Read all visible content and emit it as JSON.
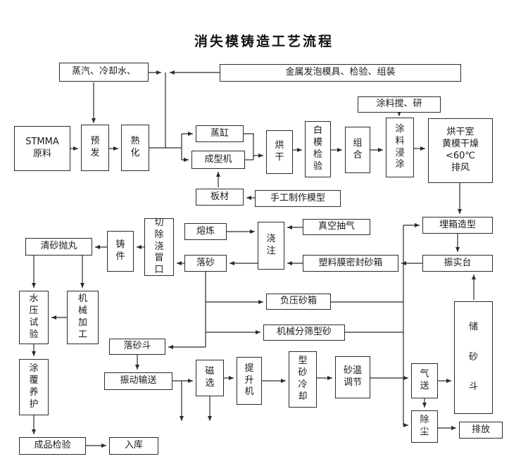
{
  "title": "消失模铸造工艺流程",
  "colors": {
    "line": "#2b2b2b",
    "background": "#ffffff",
    "text": "#1a1a1a"
  },
  "nodes": {
    "steam_cooling_water": "蒸汽、冷却水、",
    "metal_foam_mold": "金属发泡模具、检验、组装",
    "coating_mix": "涂料搅、研",
    "stmma_raw": "STMMA\n原料",
    "pre_expansion": "预发",
    "curing": "熟化",
    "steam_cylinder": "蒸缸",
    "molding_machine": "成型机",
    "drying": "烘干",
    "white_mold_inspection": "白模检验",
    "assembly": "组合",
    "coating_dip": "涂料浸涂",
    "drying_room": "烘干室\n黄模干燥\n<60℃\n排风",
    "board": "板材",
    "handmade_model": "手工制作模型",
    "cut_gate_riser": "切除浇冒口",
    "melting": "熔炼",
    "pouring": "浇注",
    "vacuum_pumping": "真空抽气",
    "flask_molding": "埋箱造型",
    "casting": "铸件",
    "shot_blasting": "清砂抛丸",
    "shakeout": "落砂",
    "plastic_film_seal": "塑料膜密封砂箱",
    "vibration_table": "振实台",
    "hydro_test": "水压试验",
    "machining": "机械加工",
    "vacuum_flask": "负压砂箱",
    "sand_sieving": "机械分筛型砂",
    "sand_storage_hopper": "储砂斗",
    "shakeout_hopper": "落砂斗",
    "vibrating_conveyor": "振动输送",
    "magnetic_separation": "磁选",
    "elevator": "提升机",
    "sand_cooling": "型砂冷却",
    "sand_temp_control": "砂温\n调节",
    "coating_cure": "涂覆养护",
    "pneumatic_transport": "气送",
    "dust_removal": "除尘",
    "discharge": "排放",
    "final_inspection": "成品检验",
    "warehouse": "入库"
  }
}
